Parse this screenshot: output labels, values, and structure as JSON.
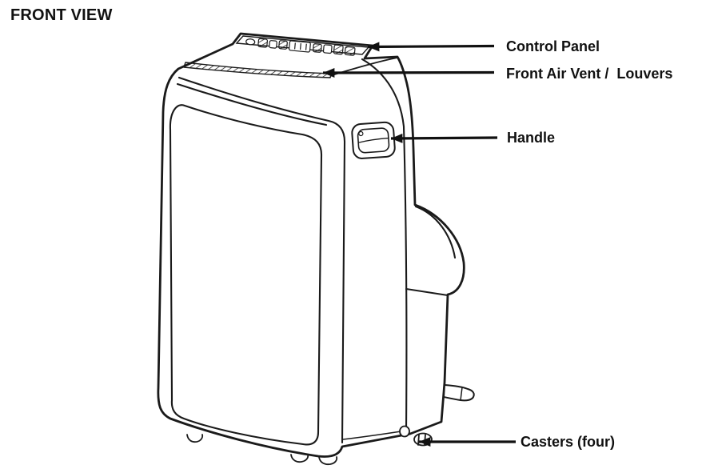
{
  "title": "FRONT VIEW",
  "diagram": {
    "subject": "portable air conditioner, front three-quarter line drawing",
    "callouts": [
      {
        "id": "control-panel",
        "label": "Control Panel"
      },
      {
        "id": "front-air-vent",
        "label": "Front Air Vent /  Louvers"
      },
      {
        "id": "handle",
        "label": "Handle"
      },
      {
        "id": "casters",
        "label": "Casters (four)"
      }
    ]
  },
  "colors": {
    "line": "#1a1a1a",
    "background": "#ffffff"
  }
}
